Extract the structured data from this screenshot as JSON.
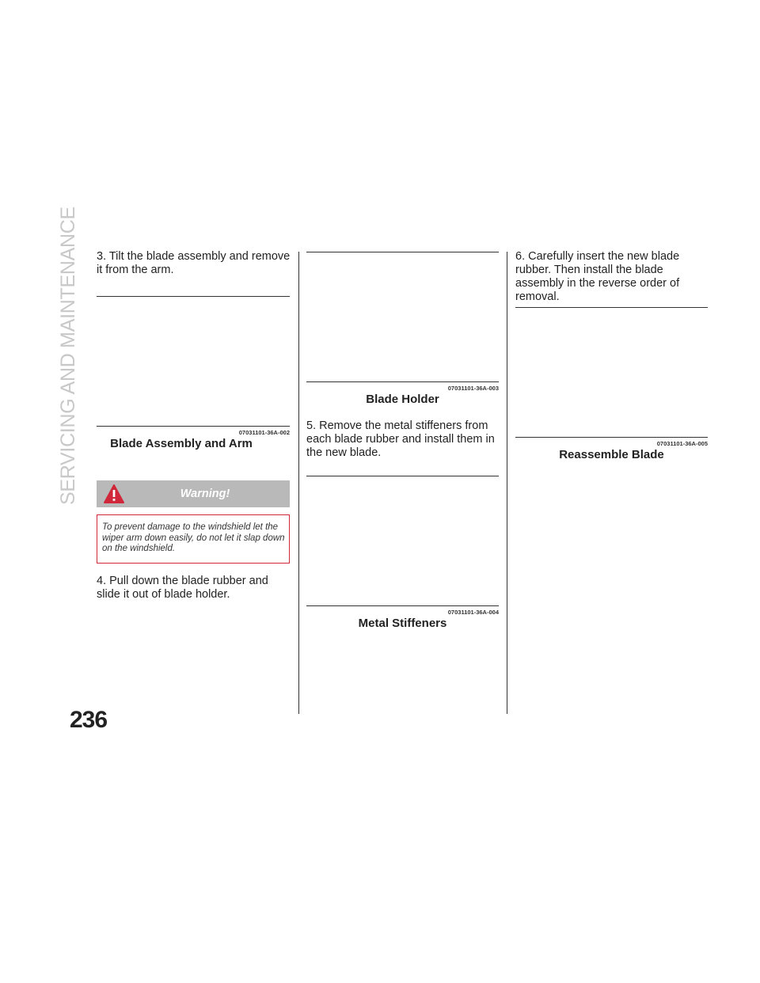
{
  "section_title": "SERVICING AND MAINTENANCE",
  "page_number": "236",
  "colors": {
    "warning_border": "#d0283a",
    "warning_header": "#b9b9b9",
    "icon_red": "#d0283a"
  },
  "col1": {
    "step3": "3.  Tilt the blade assembly and remove it from the arm.",
    "figure1": {
      "code": "07031101-36A-002",
      "caption": "Blade Assembly and Arm"
    },
    "warning": {
      "icon": "warning-triangle-icon",
      "title": "Warning!",
      "text": "To prevent damage to the windshield let the wiper arm down easily, do not let it slap down on the windshield."
    },
    "step4": "4.  Pull down the blade rubber and slide it out of blade holder."
  },
  "col2": {
    "figure2": {
      "code": "07031101-36A-003",
      "caption": "Blade Holder"
    },
    "step5": "5.  Remove the metal stiffeners from each blade rubber and install them in the new blade.",
    "figure3": {
      "code": "07031101-36A-004",
      "caption": "Metal Stiffeners"
    }
  },
  "col3": {
    "step6": "6.  Carefully insert the new blade rubber. Then install the blade assembly in the reverse order of removal.",
    "figure4": {
      "code": "07031101-36A-005",
      "caption": "Reassemble Blade"
    }
  }
}
